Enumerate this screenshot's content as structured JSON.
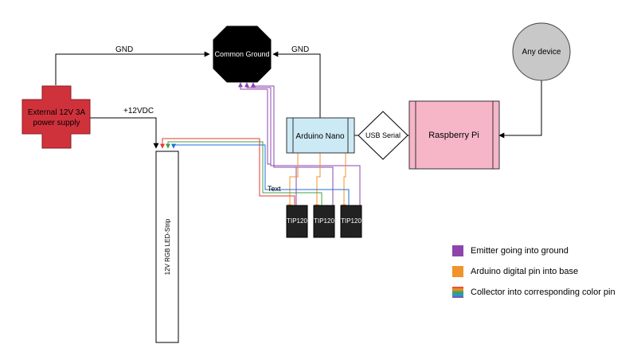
{
  "nodes": {
    "common_ground": "Common Ground",
    "power_supply_line1": "External 12V 3A",
    "power_supply_line2": "power supply",
    "arduino": "Arduino Nano",
    "usb_serial": "USB Serial",
    "raspberry_pi": "Raspberry Pi",
    "any_device": "Any device",
    "led_strip": "12V RGB LED-Strip",
    "transistors": [
      "TIP120",
      "TIP120",
      "TIP120"
    ]
  },
  "edges": {
    "gnd_left": "GND",
    "gnd_right": "GND",
    "vcc": "+12VDC",
    "text_label": "Text"
  },
  "legend": [
    {
      "label": "Emitter going into ground",
      "color": "#8e44ad"
    },
    {
      "label": "Arduino digital pin into base",
      "color": "#f0932b"
    },
    {
      "label": "Collector into corresponding color pin",
      "color": "rainbow"
    }
  ],
  "colors": {
    "power_supply": "#d0323c",
    "common_ground": "#000000",
    "arduino": "#cce9f6",
    "raspberry_pi": "#f6b6c8",
    "any_device": "#c8c8c8",
    "transistor": "#222222",
    "emitter": "#8e44ad",
    "base": "#f0932b",
    "red": "#e53935",
    "green": "#43a047",
    "blue": "#1e6fd9"
  }
}
